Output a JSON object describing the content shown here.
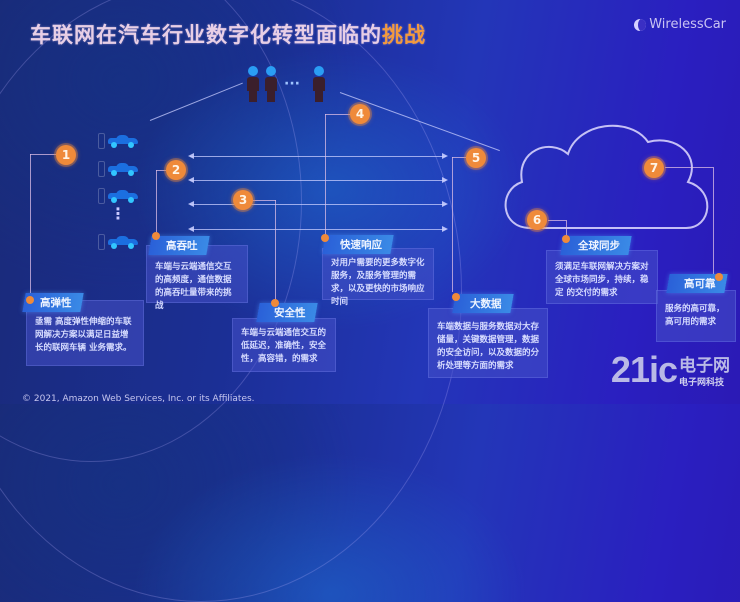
{
  "header": {
    "title_main": "车联网在汽车行业数字化转型面临的",
    "title_highlight": "挑战",
    "brand": "WirelessCar"
  },
  "colors": {
    "accent_orange": "#ef8a3a",
    "tag_blue": "#3a8ae6",
    "background_blue": "#2336b8",
    "title_pink": "#e8cfe6"
  },
  "diagram": {
    "users_ellipsis": "···",
    "cars_ellipsis": "⋮",
    "cloud_label": "cloud-icon",
    "badges": [
      "1",
      "2",
      "3",
      "4",
      "5",
      "6",
      "7"
    ],
    "challenges": [
      {
        "number": "1",
        "tag": "高弹性",
        "text": "亟需 高度弹性伸缩的车联网解决方案以满足日益增长的联网车辆 业务需求。"
      },
      {
        "number": "2",
        "tag": "高吞吐",
        "text": "车端与云端通信交互的高频度，通信数据的高吞吐量带来的挑战"
      },
      {
        "number": "3",
        "tag": "安全性",
        "text": "车端与云端通信交互的低延迟，准确性，安全性，高容错，的需求"
      },
      {
        "number": "4",
        "tag": "快速响应",
        "text": "对用户需要的更多数字化服务，及服务管理的需求，以及更快的市场响应时间"
      },
      {
        "number": "5",
        "tag": "大数据",
        "text": "车端数据与服务数据对大存储量，关键数据管理，数据的安全访问，以及数据的分析处理等方面的需求"
      },
      {
        "number": "6",
        "tag": "全球同步",
        "text": "须满足车联网解决方案对全球市场同步，持续，稳定 的交付的需求"
      },
      {
        "number": "7",
        "tag": "高可靠",
        "text": "服务的高可靠，高可用的需求"
      }
    ]
  },
  "footer": {
    "copyright": "© 2021, Amazon Web Services, Inc. or its Affiliates."
  },
  "watermark": {
    "logo": "21ic",
    "cn_name": "电子网",
    "slogan": "电子网科技"
  }
}
